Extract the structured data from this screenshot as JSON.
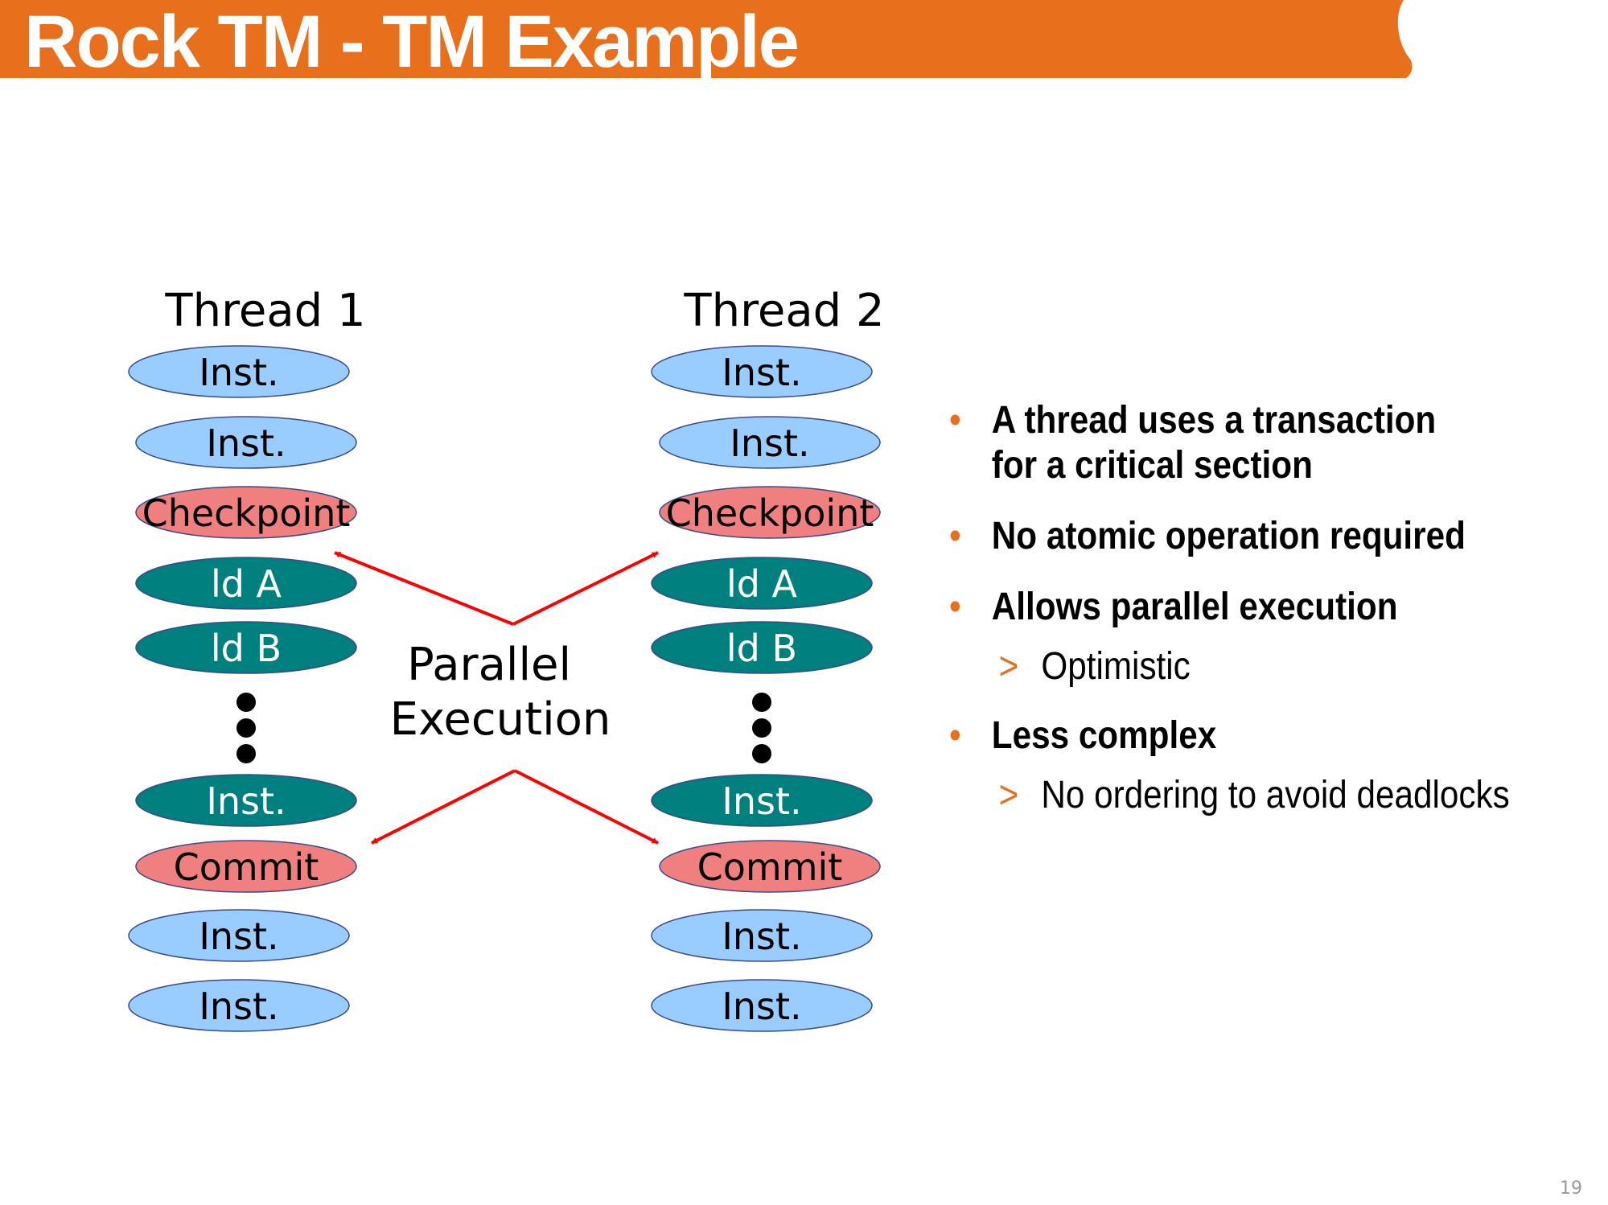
{
  "title": "Rock TM - TM Example",
  "colors": {
    "header": "#e86f1c",
    "inst": "#99ccff",
    "checkpoint_commit": "#f08080",
    "load": "#007f7f",
    "arrow": "#ff0000",
    "bullet_marker": "#e86f1c"
  },
  "diagram": {
    "threads": [
      {
        "label": "Thread 1",
        "items": [
          {
            "label": "Inst.",
            "kind": "inst"
          },
          {
            "label": "Inst.",
            "kind": "inst"
          },
          {
            "label": "Checkpoint",
            "kind": "checkpoint"
          },
          {
            "label": "ld A",
            "kind": "load"
          },
          {
            "label": "ld B",
            "kind": "load"
          },
          {
            "label": "Inst.",
            "kind": "load"
          },
          {
            "label": "Commit",
            "kind": "commit"
          },
          {
            "label": "Inst.",
            "kind": "inst"
          },
          {
            "label": "Inst.",
            "kind": "inst"
          }
        ]
      },
      {
        "label": "Thread 2",
        "items": [
          {
            "label": "Inst.",
            "kind": "inst"
          },
          {
            "label": "Inst.",
            "kind": "inst"
          },
          {
            "label": "Checkpoint",
            "kind": "checkpoint"
          },
          {
            "label": "ld A",
            "kind": "load"
          },
          {
            "label": "ld B",
            "kind": "load"
          },
          {
            "label": "Inst.",
            "kind": "load"
          },
          {
            "label": "Commit",
            "kind": "commit"
          },
          {
            "label": "Inst.",
            "kind": "inst"
          },
          {
            "label": "Inst.",
            "kind": "inst"
          }
        ]
      }
    ],
    "center_label_line1": "Parallel",
    "center_label_line2": "Execution"
  },
  "bullets": [
    {
      "text": "A thread uses a transaction for a critical section",
      "subs": []
    },
    {
      "text": "No atomic operation required",
      "subs": []
    },
    {
      "text": "Allows parallel execution",
      "subs": [
        "Optimistic"
      ]
    },
    {
      "text": "Less complex",
      "subs": [
        "No ordering to avoid deadlocks"
      ]
    }
  ],
  "sub_marker": ">",
  "bullet_marker": "•",
  "page_number": "19"
}
